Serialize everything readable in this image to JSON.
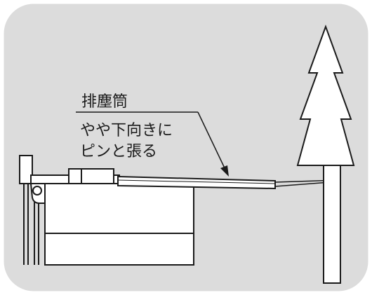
{
  "diagram": {
    "colors": {
      "panel": "#dcdcdc",
      "stroke": "#1a1a1a",
      "fill_white": "#ffffff"
    },
    "labels": {
      "duct_name": "排塵筒",
      "note_line1": "やや下向きに",
      "note_line2": "ピンと張る"
    }
  }
}
